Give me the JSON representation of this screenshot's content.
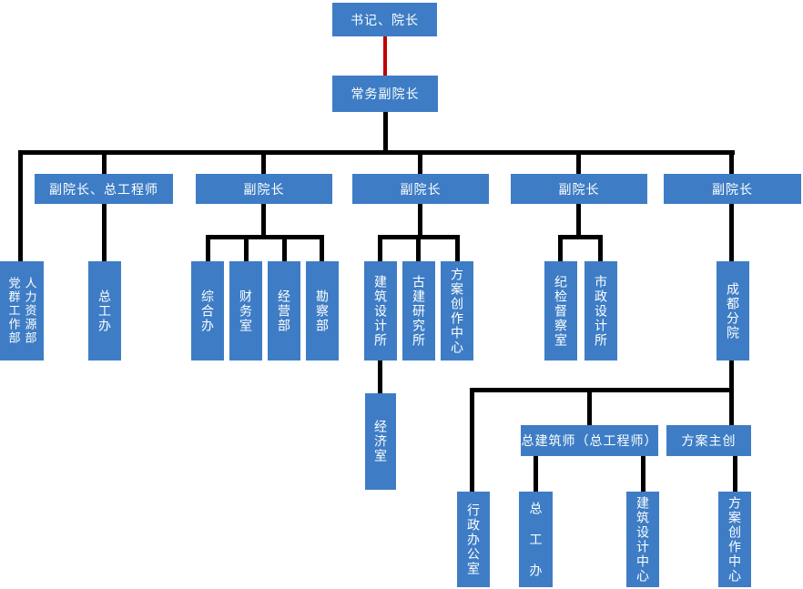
{
  "colors": {
    "node_blue": "#3E7DC5",
    "connector_black": "#000000",
    "special_link_red": "#C00000",
    "text_white": "#FFFFFF"
  },
  "nodes": {
    "root": "书记、院长",
    "executive_vp": "常务副院长",
    "vp_chief_engineer": "副院长、总工程师",
    "vp2": "副院长",
    "vp3": "副院长",
    "vp4": "副院长",
    "vp5": "副院长",
    "party_mass_dept": "党群工作部",
    "hr_dept": "人力资源部",
    "chief_engineer_office": "总工办",
    "general_office": "综合办",
    "finance_office": "财务室",
    "business_dept": "经营部",
    "survey_dept": "勘察部",
    "arch_design_institute": "建筑设计所",
    "ancient_arch_institute": "古建研究所",
    "scheme_creation_center_1": "方案创作中心",
    "discipline_inspection_office": "纪检督察室",
    "municipal_design_institute": "市政设计所",
    "chengdu_branch": "成都分院",
    "economy_office": "经济室",
    "admin_office": "行政办公室",
    "chief_engineer_office_chengdu": "总 工 办",
    "chief_architect": "总建筑师（总工程师）",
    "arch_design_center": "建筑设计中心",
    "scheme_chief_creator": "方案主创",
    "scheme_creation_center_2": "方案创作中心"
  }
}
